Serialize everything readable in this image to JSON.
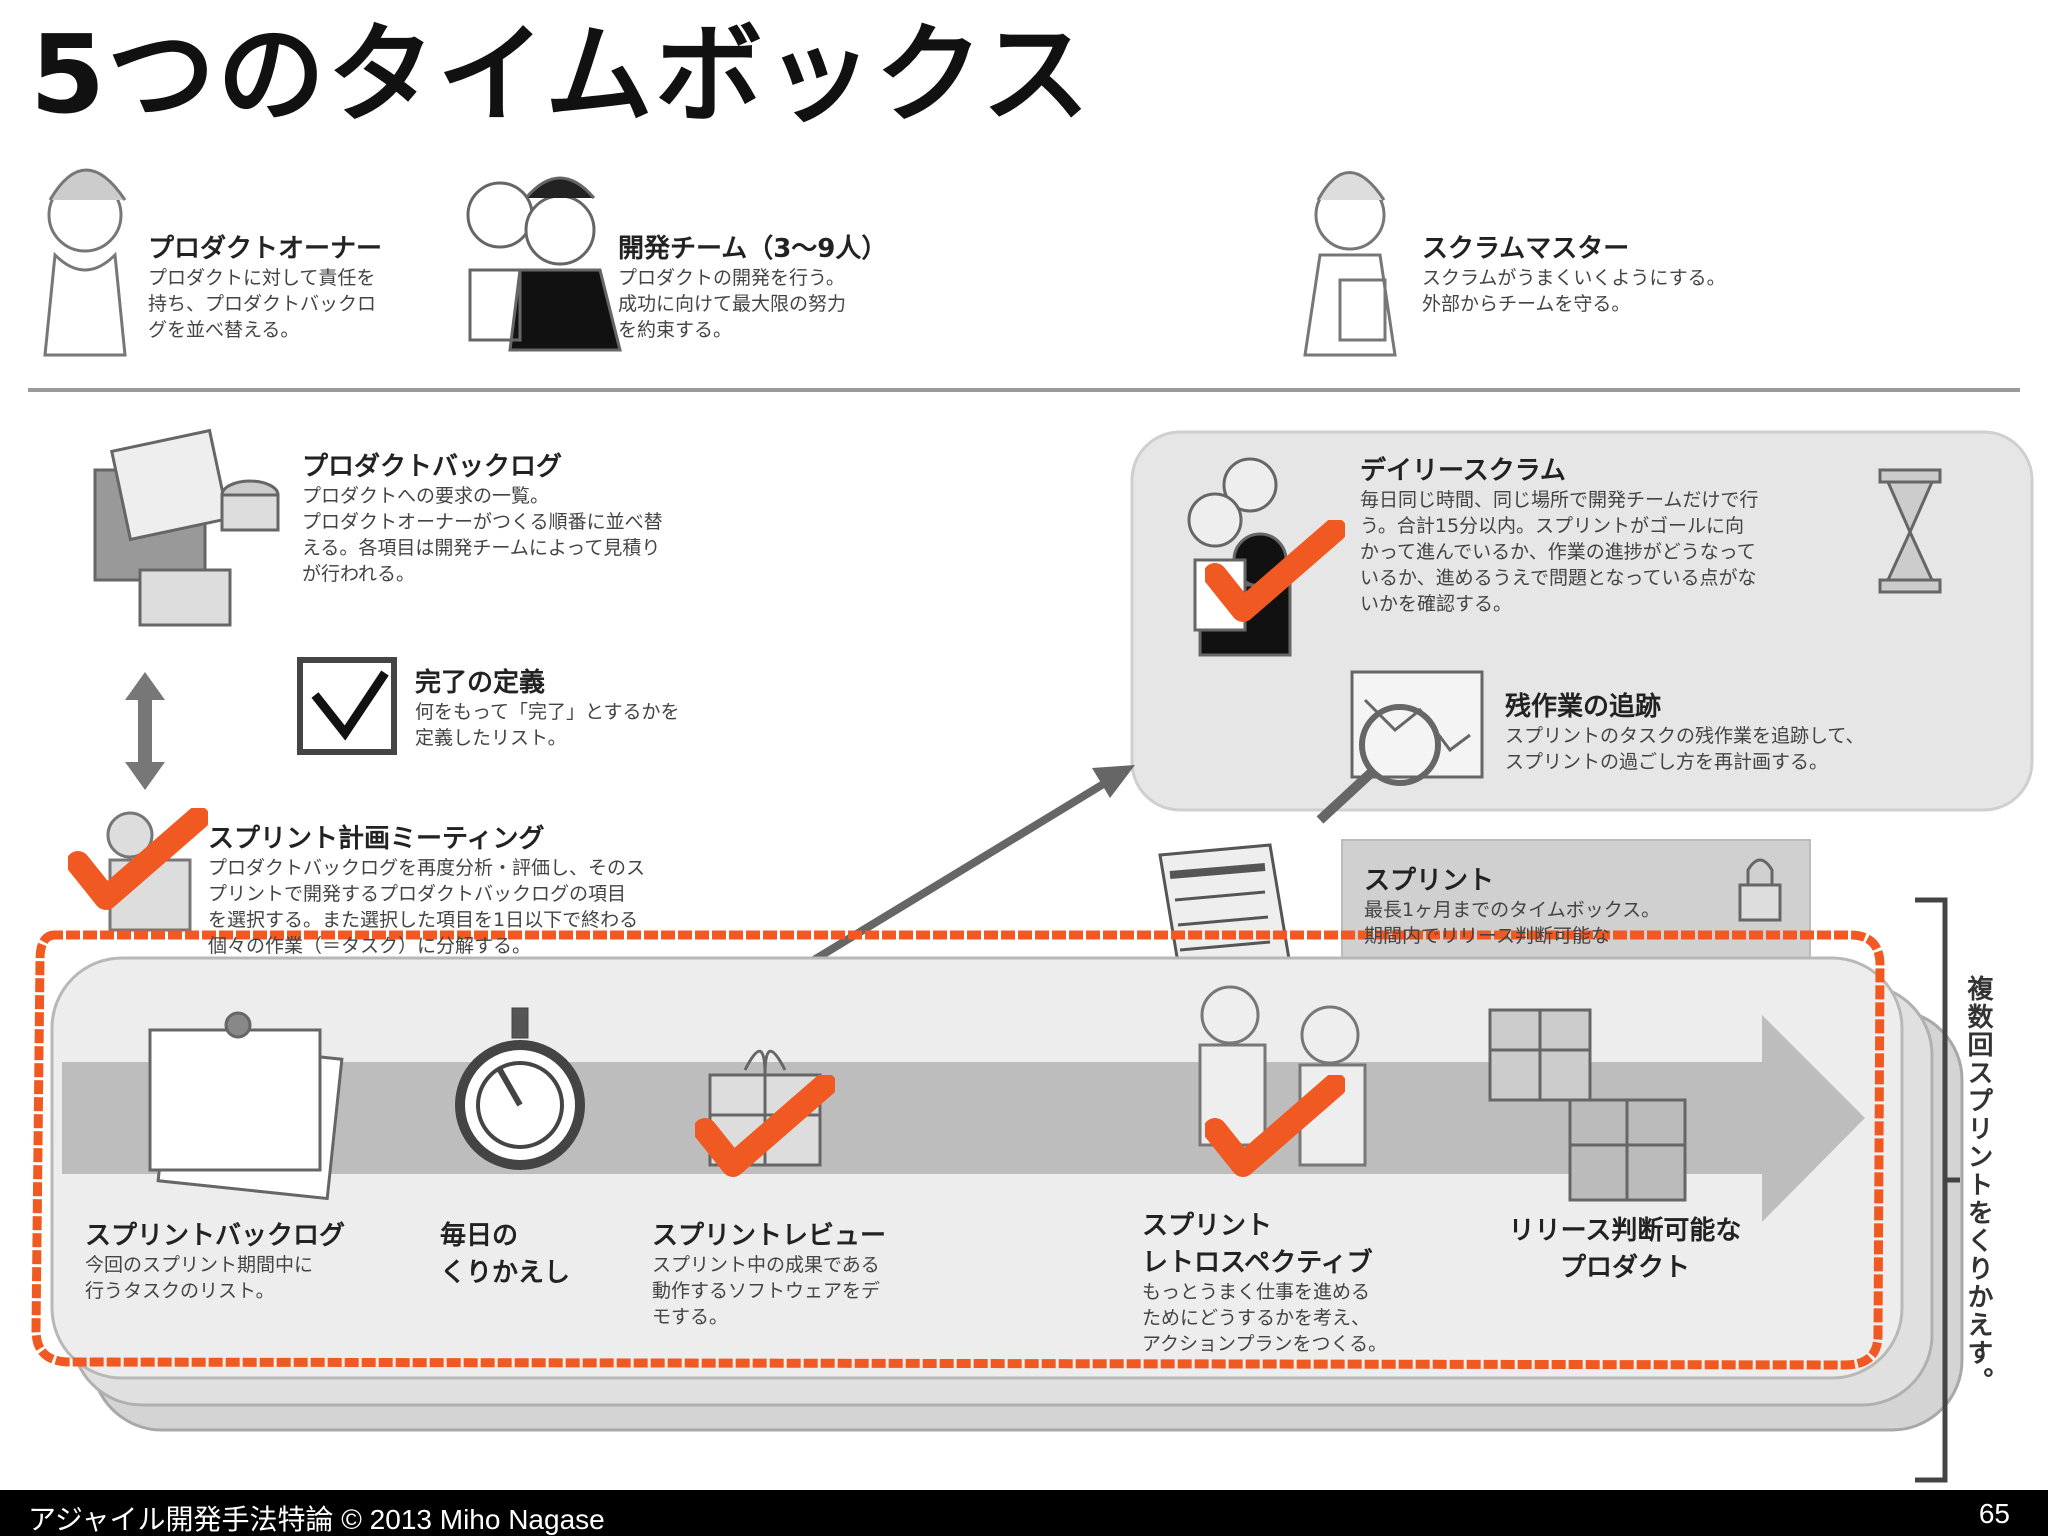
{
  "slide": {
    "title": "5つのタイムボックス",
    "page_number": "65",
    "footer": "アジャイル開発手法特論 © 2013 Miho Nagase"
  },
  "roles": [
    {
      "title": "プロダクトオーナー",
      "desc": [
        "プロダクトに対して責任を",
        "持ち、プロダクトバックロ",
        "グを並べ替える。"
      ],
      "icon": "person-icon"
    },
    {
      "title": "開発チーム（3〜9人）",
      "desc": [
        "プロダクトの開発を行う。",
        "成功に向けて最大限の努力",
        "を約束する。"
      ],
      "icon": "team-icon"
    },
    {
      "title": "スクラムマスター",
      "desc": [
        "スクラムがうまくいくようにする。",
        "外部からチームを守る。"
      ],
      "icon": "person-icon"
    }
  ],
  "artifacts": {
    "product_backlog": {
      "title": "プロダクトバックログ",
      "desc": [
        "プロダクトへの要求の一覧。",
        "プロダクトオーナーがつくる順番に並べ替",
        "える。各項目は開発チームによって見積り",
        "が行われる。"
      ]
    },
    "definition_of_done": {
      "title": "完了の定義",
      "desc": [
        "何をもって「完了」とするかを",
        "定義したリスト。"
      ]
    },
    "sprint_planning": {
      "title": "スプリント計画ミーティング",
      "desc": [
        "プロダクトバックログを再度分析・評価し、そのス",
        "プリントで開発するプロダクトバックログの項目",
        "を選択する。また選択した項目を1日以下で終わる",
        "個々の作業（＝タスク）に分解する。"
      ]
    },
    "daily_scrum": {
      "title": "デイリースクラム",
      "desc": [
        "毎日同じ時間、同じ場所で開発チームだけで行",
        "う。合計15分以内。スプリントがゴールに向",
        "かって進んでいるか、作業の進捗がどうなって",
        "いるか、進めるうえで問題となっている点がな",
        "いかを確認する。"
      ]
    },
    "burndown": {
      "title": "残作業の追跡",
      "desc": [
        "スプリントのタスクの残作業を追跡して、",
        "スプリントの過ごし方を再計画する。"
      ]
    },
    "sprint": {
      "title": "スプリント",
      "desc": [
        "最長1ヶ月までのタイムボックス。",
        "期間内でリリース判断可能な"
      ]
    },
    "sprint_backlog": {
      "title": "スプリントバックログ",
      "desc": [
        "今回のスプリント期間中に",
        "行うタスクのリスト。"
      ]
    },
    "daily_repeat": {
      "title": "毎日の\nくりかえし"
    },
    "sprint_review": {
      "title": "スプリントレビュー",
      "desc": [
        "スプリント中の成果である",
        "動作するソフトウェアをデ",
        "モする。"
      ]
    },
    "retrospective": {
      "title": "スプリント\nレトロスペクティブ",
      "desc": [
        "もっとうまく仕事を進める",
        "ためにどうするかを考え、",
        "アクションプランをつくる。"
      ]
    },
    "release": {
      "title": "リリース判断可能な\nプロダクト"
    }
  },
  "side_label": "複数回スプリントをくりかえす。",
  "annotations": {
    "check_color": "#f05a22",
    "box_color": "#f05a22",
    "check_icons": 4
  }
}
